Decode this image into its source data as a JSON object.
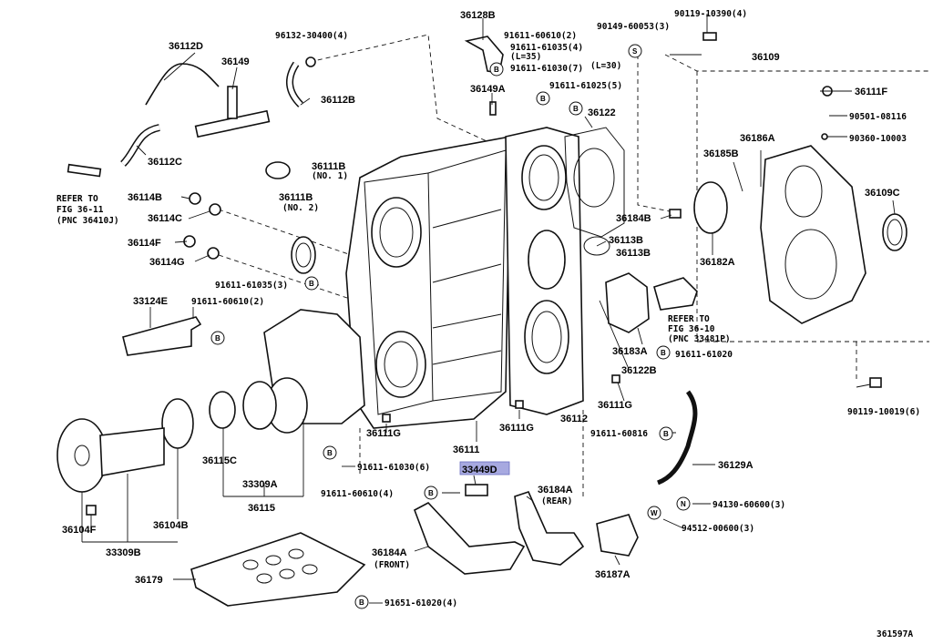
{
  "diagram_id": "361597A",
  "labels": {
    "p36128B": "36128B",
    "p90119_10390": "90119-10390(4)",
    "p96132_30400": "96132-30400(4)",
    "p91611_60610_2a": "91611-60610(2)",
    "p90149_60053": "90149-60053(3)",
    "p91611_61035_4": "91611-61035(4)",
    "p_l35": "(L=35)",
    "p91611_61030_7": "91611-61030(7)",
    "p_l30": "(L=30)",
    "p91611_61025": "91611-61025(5)",
    "p36112D": "36112D",
    "p36149": "36149",
    "p36112B": "36112B",
    "p36109": "36109",
    "p36111F": "36111F",
    "p90501_08116": "90501-08116",
    "p90360_10003": "90360-10003",
    "p36149A": "36149A",
    "p36122": "36122",
    "p36112C": "36112C",
    "p36111B_no1": "36111B",
    "p_no1": "(NO. 1)",
    "p36111B_no2": "36111B",
    "p_no2": "(NO. 2)",
    "refer1_a": "REFER TO",
    "refer1_b": "FIG 36-11",
    "refer1_c": "(PNC 36410J)",
    "p36114B": "36114B",
    "p36114C": "36114C",
    "p36114F": "36114F",
    "p36114G": "36114G",
    "p36186A": "36186A",
    "p36185B": "36185B",
    "p36109C": "36109C",
    "p36184B": "36184B",
    "p36113B_a": "36113B",
    "p36113B_b": "36113B",
    "p36182A": "36182A",
    "p91611_61035_3": "91611-61035(3)",
    "p33124E": "33124E",
    "p91611_60610_2b": "91611-60610(2)",
    "refer2_a": "REFER TO",
    "refer2_b": "FIG 36-10",
    "refer2_c": "(PNC 33481P)",
    "p36183A": "36183A",
    "p91611_61020": "91611-61020",
    "p36122B": "36122B",
    "p36111G_a": "36111G",
    "p90119_10019": "90119-10019(6)",
    "p36111G_b": "36111G",
    "p36111G_c": "36111G",
    "p36112": "36112",
    "p91611_60816": "91611-60816",
    "p36111": "36111",
    "p91611_61030_6": "91611-61030(6)",
    "p36115C": "36115C",
    "p33309A": "33309A",
    "p36115": "36115",
    "p33449D": "33449D",
    "p36129A": "36129A",
    "p91611_60610_4": "91611-60610(4)",
    "p36184A_rear": "36184A",
    "p_rear": "(REAR)",
    "p94130_60600": "94130-60600(3)",
    "p94512_00600": "94512-00600(3)",
    "p36104F": "36104F",
    "p36104B": "36104B",
    "p33309B": "33309B",
    "p36184A_front": "36184A",
    "p_front": "(FRONT)",
    "p36187A": "36187A",
    "p36179": "36179",
    "p91651_61020": "91651-61020(4)"
  },
  "symbols": {
    "bolt": "B",
    "stud": "S",
    "washer": "W",
    "nut": "N"
  },
  "colors": {
    "highlight": "#a7a9e0",
    "line": "#111111"
  }
}
